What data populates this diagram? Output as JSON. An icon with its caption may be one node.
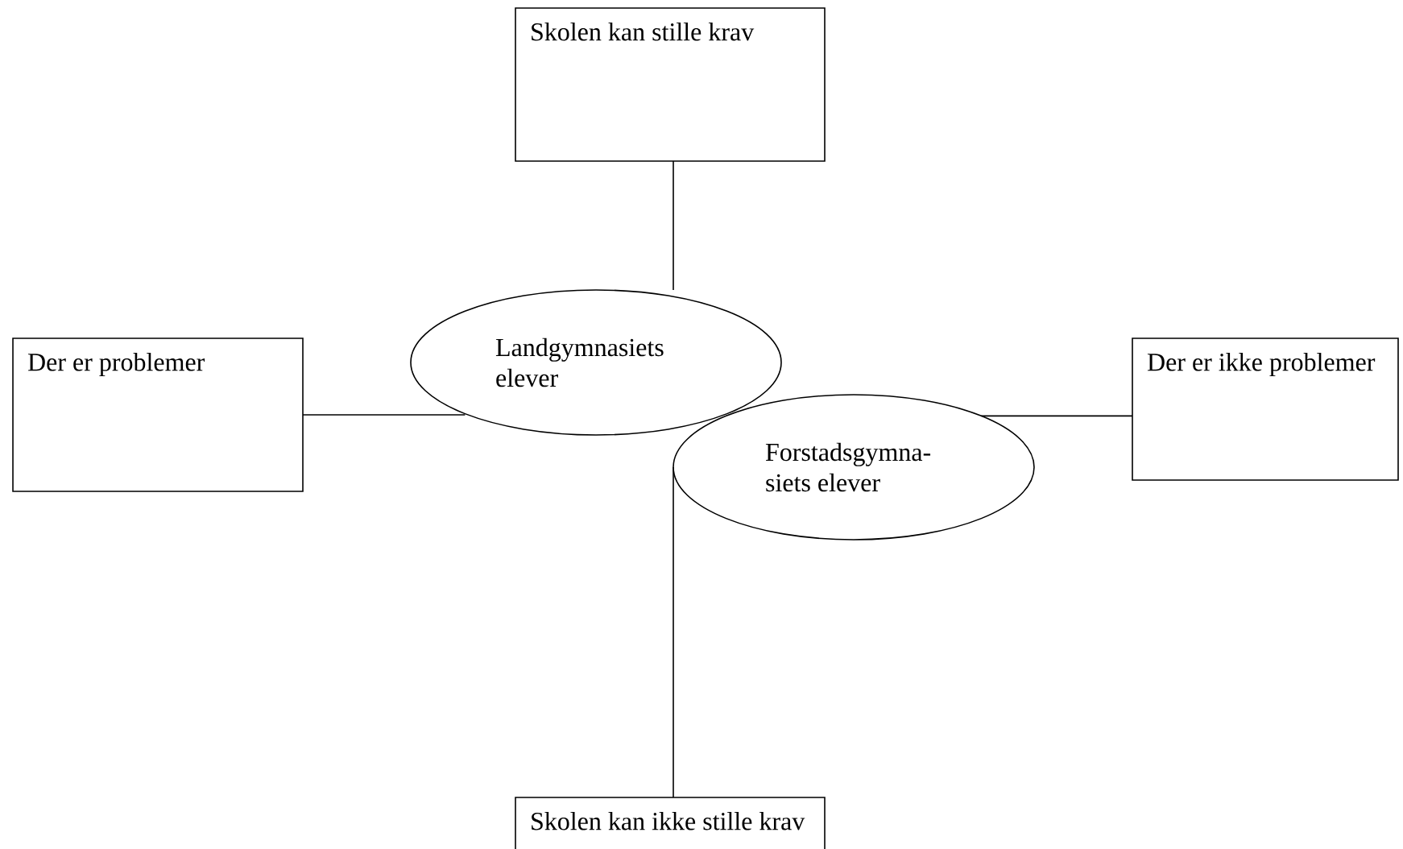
{
  "diagram": {
    "nodes": [
      {
        "text": [
          "Skolen kan stille krav"
        ]
      },
      {
        "text": [
          "Landgymnasiets elever"
        ]
      },
      {
        "text": [
          "Der er problemer"
        ]
      },
      {
        "text": [
          "Der er ikke problemer"
        ]
      },
      {
        "text": [
          "Forstadsgymna- siets elever"
        ]
      },
      {
        "text": [
          "Skolen kan ikke stille krav"
        ]
      }
    ],
    "edges": [
      {
        "from": 0,
        "to": 1,
        "arrow": "none"
      },
      {
        "from": 2,
        "to": 1,
        "arrow": "none"
      },
      {
        "from": 4,
        "to": 3,
        "arrow": "none"
      },
      {
        "from": 4,
        "to": 5,
        "arrow": "none"
      }
    ]
  }
}
